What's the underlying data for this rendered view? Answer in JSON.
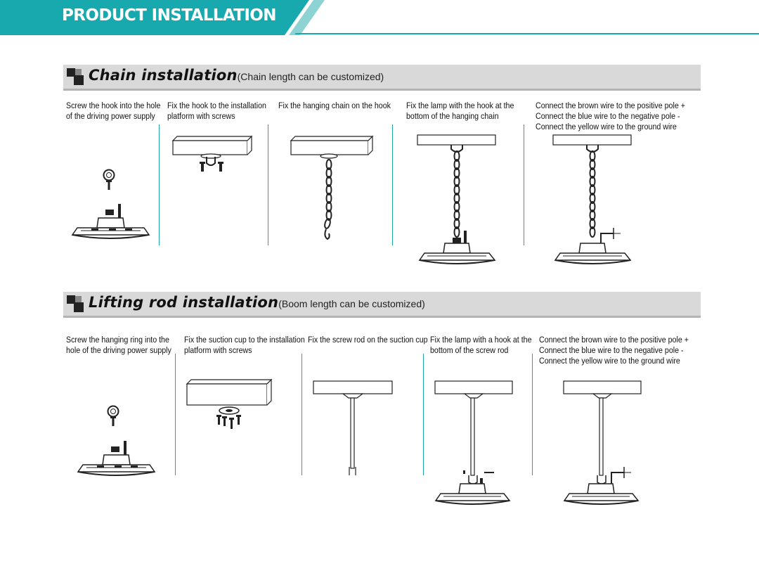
{
  "header": {
    "title": "PRODUCT INSTALLATION",
    "accent_color": "#17a9ae"
  },
  "sections": [
    {
      "title": "Chain installation",
      "subtitle": "(Chain length can be customized)",
      "steps": [
        {
          "lines": [
            "Screw the hook into the hole",
            "of the driving power supply"
          ]
        },
        {
          "lines": [
            "Fix the hook to the installation",
            "platform with screws"
          ]
        },
        {
          "lines": [
            "Fix the hanging chain on the hook"
          ]
        },
        {
          "lines": [
            "Fix the lamp with the hook at the",
            "bottom of the hanging chain"
          ]
        },
        {
          "lines": [
            "Connect the brown wire to the positive pole +",
            "Connect the blue wire to the negative pole -",
            "Connect the yellow wire to the ground wire"
          ]
        }
      ]
    },
    {
      "title": "Lifting rod installation",
      "subtitle": "(Boom length can be customized)",
      "steps": [
        {
          "lines": [
            "Screw the hanging ring into the",
            "hole of the driving power supply"
          ]
        },
        {
          "lines": [
            "Fix the suction cup to the installation",
            "platform with screws"
          ]
        },
        {
          "lines": [
            "Fix the screw rod on the suction cup"
          ]
        },
        {
          "lines": [
            "Fix the lamp with a hook at the",
            "bottom of the screw rod"
          ]
        },
        {
          "lines": [
            "Connect the brown wire to the positive pole +",
            "Connect the blue wire to the negative pole -",
            "Connect the yellow wire to the ground wire"
          ]
        }
      ]
    }
  ]
}
